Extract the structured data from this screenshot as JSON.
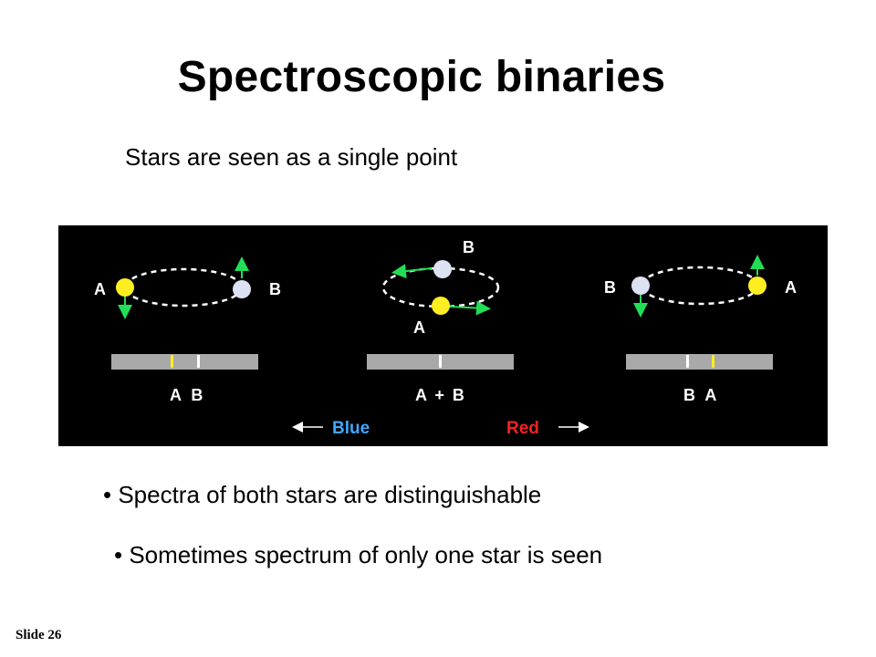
{
  "slide": {
    "title": "Spectroscopic binaries",
    "subtitle": "Stars are seen as a single point",
    "bullets": [
      "• Spectra of both stars are distinguishable",
      "• Sometimes spectrum of only one star is seen"
    ],
    "footer": "Slide 26"
  },
  "diagram": {
    "left": {
      "star_left": "A",
      "star_right": "B",
      "spectrum_label": "A B"
    },
    "middle": {
      "star_top": "B",
      "star_bottom": "A",
      "spectrum_label": "A + B"
    },
    "right": {
      "star_left": "B",
      "star_right": "A",
      "spectrum_label": "B A"
    },
    "blue_label": "Blue",
    "red_label": "Red",
    "colors": {
      "background": "#000000",
      "star_yellow": "#ffee22",
      "star_white": "#dde2f2",
      "arrow_green": "#22dd55",
      "spectrum_bar": "#a9a9a9",
      "blue": "#3fa6ff",
      "red": "#ff2020"
    }
  }
}
